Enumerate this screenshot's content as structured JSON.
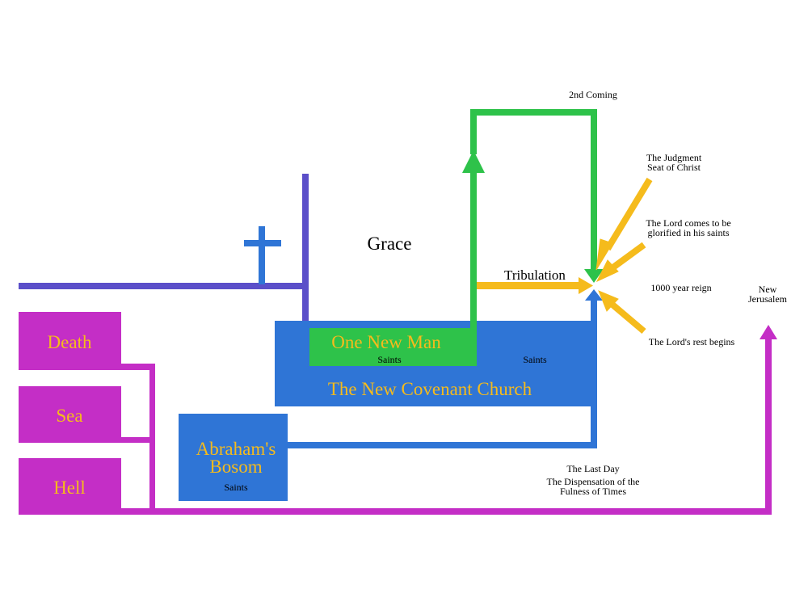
{
  "colors": {
    "purple": "#5b4fc9",
    "magenta": "#c42ec6",
    "blue": "#2f75d6",
    "green": "#2ec24a",
    "gold": "#f5bb1c",
    "label_gold": "#f5bb1c",
    "text": "#000000"
  },
  "labels": {
    "grace": "Grace",
    "tribulation": "Tribulation",
    "second_coming": "2nd Coming",
    "judgment_seat_1": "The Judgment",
    "judgment_seat_2": "Seat of Christ",
    "lord_comes_1": "The Lord comes to be",
    "lord_comes_2": "glorified in his saints",
    "thousand_year": "1000 year reign",
    "new_jerusalem_1": "New",
    "new_jerusalem_2": "Jerusalem",
    "lords_rest": "The Lord's rest begins",
    "last_day": "The Last Day",
    "dispensation_1": "The Dispensation of the",
    "dispensation_2": "Fulness of Times"
  },
  "boxes": {
    "death": "Death",
    "sea": "Sea",
    "hell": "Hell",
    "one_new_man": "One New Man",
    "one_new_man_saints": "Saints",
    "church_saints": "Saints",
    "new_covenant_church": "The New Covenant Church",
    "abrahams_bosom_1": "Abraham's",
    "abrahams_bosom_2": "Bosom",
    "abrahams_saints": "Saints"
  }
}
